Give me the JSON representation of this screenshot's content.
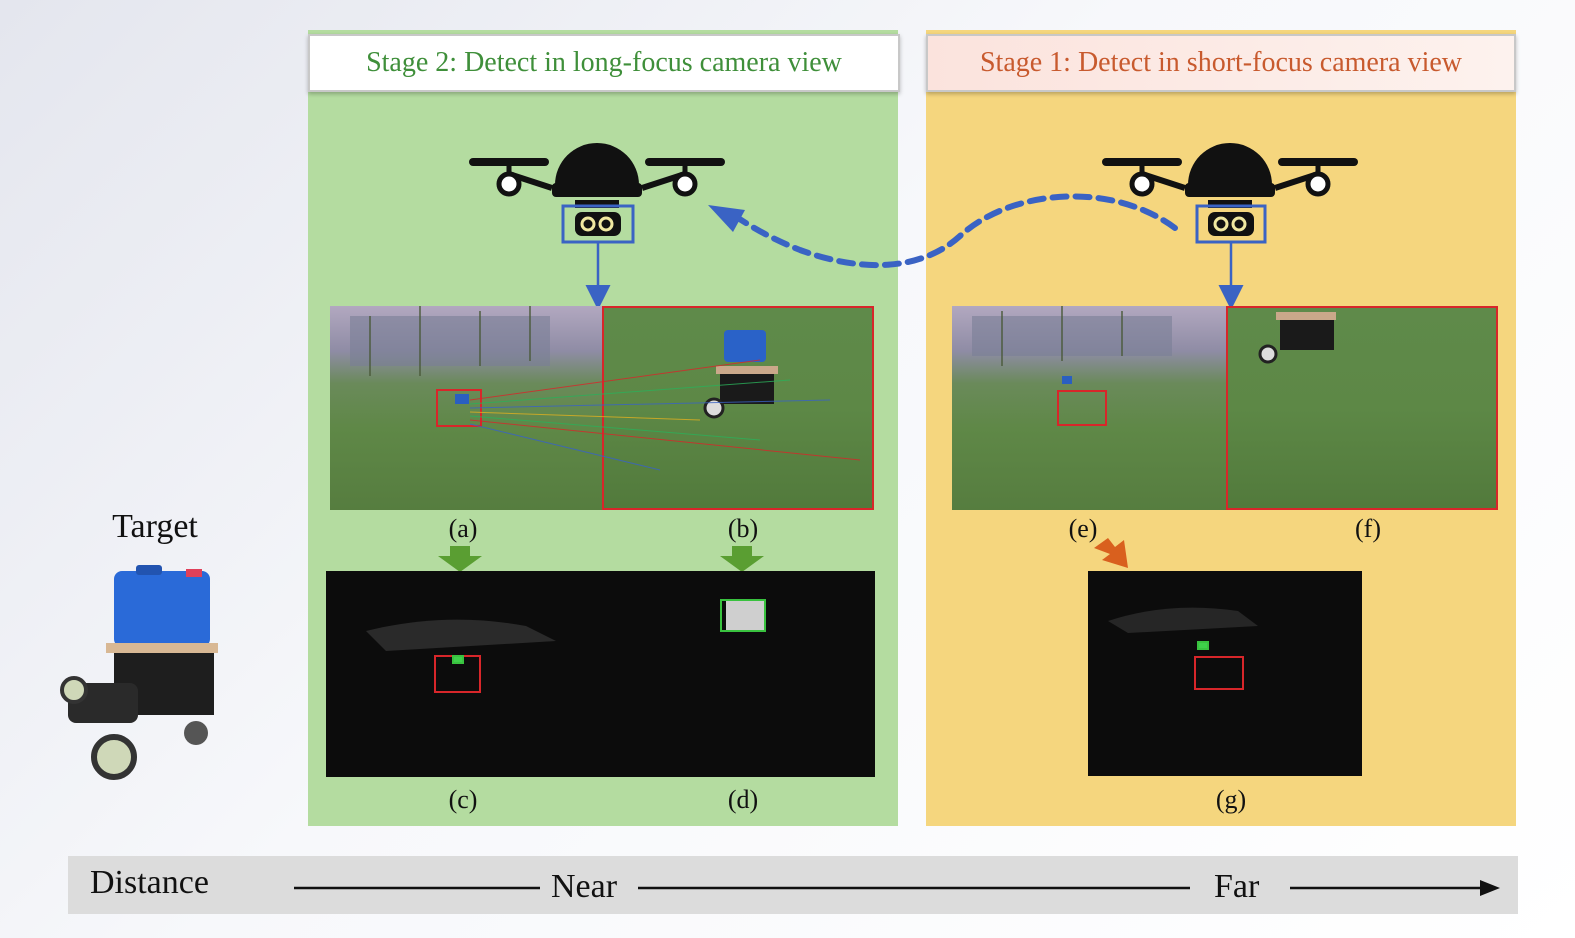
{
  "stages": {
    "stage2_title": "Stage 2: Detect in long-focus camera view",
    "stage1_title": "Stage 1: Detect in short-focus camera view"
  },
  "panels": {
    "label_a": "(a)",
    "label_b": "(b)",
    "label_c": "(c)",
    "label_d": "(d)",
    "label_e": "(e)",
    "label_f": "(f)",
    "label_g": "(g)"
  },
  "target": {
    "title": "Target"
  },
  "distance_bar": {
    "label": "Distance",
    "near": "Near",
    "far": "Far"
  },
  "colors": {
    "stage2_panel": "#b4dca0",
    "stage1_panel": "#f5d67e",
    "stage2_text": "#3f8f3a",
    "stage1_text": "#c85a2e",
    "camera_box": "#3a63c4",
    "dashed_arrow": "#3a63c4",
    "detection_red": "#d8262a",
    "detection_green": "#39c23f",
    "down_arrow_green": "#5a9e32",
    "down_arrow_orange": "#d9601e"
  },
  "icons": {
    "drone": "drone-icon",
    "camera": "stereo-camera-icon",
    "robot": "ground-robot-icon"
  }
}
